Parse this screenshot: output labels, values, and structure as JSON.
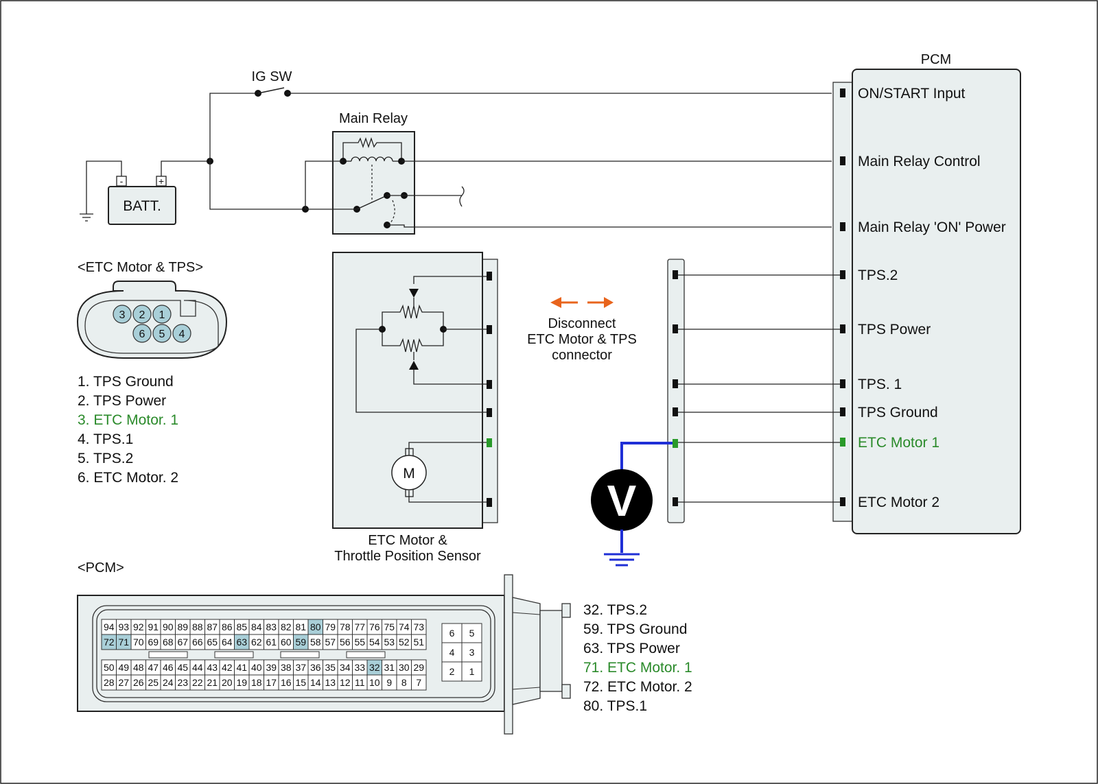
{
  "labels": {
    "ig_sw": "IG SW",
    "main_relay": "Main Relay",
    "batt": "BATT.",
    "batt_neg": "-",
    "batt_pos": "+",
    "pcm_title": "PCM",
    "motor": "M",
    "voltmeter": "V",
    "etc_tps_title": "<ETC Motor & TPS>",
    "etc_assembly_line1": "ETC Motor &",
    "etc_assembly_line2": "Throttle Position Sensor",
    "pcm_connector_title": "<PCM>",
    "disconnect_line1": "Disconnect",
    "disconnect_line2": "ETC Motor & TPS",
    "disconnect_line3": "connector"
  },
  "pcm_terminals": [
    {
      "label": "ON/START Input",
      "highlight": false
    },
    {
      "label": "Main Relay Control",
      "highlight": false
    },
    {
      "label": "Main Relay 'ON' Power",
      "highlight": false
    },
    {
      "label": "TPS.2",
      "highlight": false
    },
    {
      "label": "TPS Power",
      "highlight": false
    },
    {
      "label": "TPS. 1",
      "highlight": false
    },
    {
      "label": "TPS Ground",
      "highlight": false
    },
    {
      "label": "ETC Motor 1",
      "highlight": true
    },
    {
      "label": "ETC Motor 2",
      "highlight": false
    }
  ],
  "etc_connector_pins": [
    "3",
    "2",
    "1",
    "6",
    "5",
    "4"
  ],
  "etc_pin_legend": [
    {
      "text": "1. TPS Ground",
      "highlight": false
    },
    {
      "text": "2. TPS Power",
      "highlight": false
    },
    {
      "text": "3. ETC Motor. 1",
      "highlight": true
    },
    {
      "text": "4. TPS.1",
      "highlight": false
    },
    {
      "text": "5. TPS.2",
      "highlight": false
    },
    {
      "text": "6. ETC Motor. 2",
      "highlight": false
    }
  ],
  "pcm_connector": {
    "row1": [
      "94",
      "93",
      "92",
      "91",
      "90",
      "89",
      "88",
      "87",
      "86",
      "85",
      "84",
      "83",
      "82",
      "81",
      "80",
      "79",
      "78",
      "77",
      "76",
      "75",
      "74",
      "73"
    ],
    "row2": [
      "72",
      "71",
      "70",
      "69",
      "68",
      "67",
      "66",
      "65",
      "64",
      "63",
      "62",
      "61",
      "60",
      "59",
      "58",
      "57",
      "56",
      "55",
      "54",
      "53",
      "52",
      "51"
    ],
    "row3": [
      "50",
      "49",
      "48",
      "47",
      "46",
      "45",
      "44",
      "43",
      "42",
      "41",
      "40",
      "39",
      "38",
      "37",
      "36",
      "35",
      "34",
      "33",
      "32",
      "31",
      "30",
      "29"
    ],
    "row4": [
      "28",
      "27",
      "26",
      "25",
      "24",
      "23",
      "22",
      "21",
      "20",
      "19",
      "18",
      "17",
      "16",
      "15",
      "14",
      "13",
      "12",
      "11",
      "10",
      "9",
      "8",
      "7"
    ],
    "small_block": [
      "6",
      "5",
      "4",
      "3",
      "2",
      "1"
    ],
    "highlighted": [
      "80",
      "72",
      "71",
      "63",
      "59",
      "32"
    ]
  },
  "pcm_pin_legend": [
    {
      "text": "32. TPS.2",
      "highlight": false
    },
    {
      "text": "59. TPS Ground",
      "highlight": false
    },
    {
      "text": "63. TPS Power",
      "highlight": false
    },
    {
      "text": "71. ETC Motor. 1",
      "highlight": true
    },
    {
      "text": "72. ETC Motor. 2",
      "highlight": false
    },
    {
      "text": "80. TPS.1",
      "highlight": false
    }
  ],
  "colors": {
    "highlight_text": "#2a8a2a",
    "pin_highlight": "#a9cfd8",
    "meter_lead": "#1f2fd6",
    "disconnect_arrow": "#e8641c",
    "box_fill": "#e9efef"
  }
}
